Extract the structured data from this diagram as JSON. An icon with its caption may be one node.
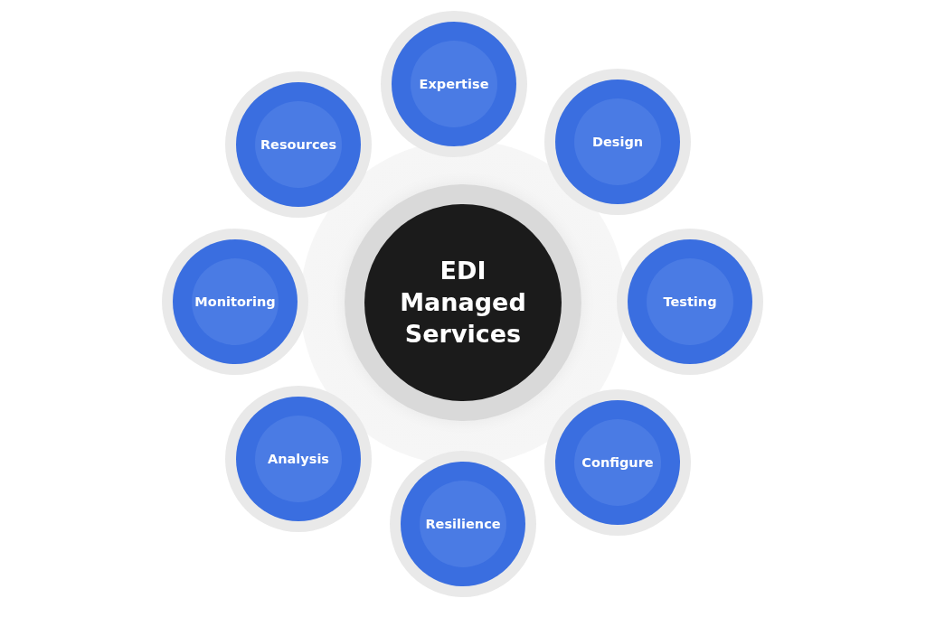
{
  "diagram": {
    "nodes": [
      {
        "text": [
          "EDI Managed Services"
        ]
      },
      {
        "text": [
          "Expertise"
        ]
      },
      {
        "text": [
          "Design"
        ]
      },
      {
        "text": [
          "Testing"
        ]
      },
      {
        "text": [
          "Configure"
        ]
      },
      {
        "text": [
          "Resilience"
        ]
      },
      {
        "text": [
          "Analysis"
        ]
      },
      {
        "text": [
          "Monitoring"
        ]
      },
      {
        "text": [
          "Resources"
        ]
      }
    ]
  }
}
